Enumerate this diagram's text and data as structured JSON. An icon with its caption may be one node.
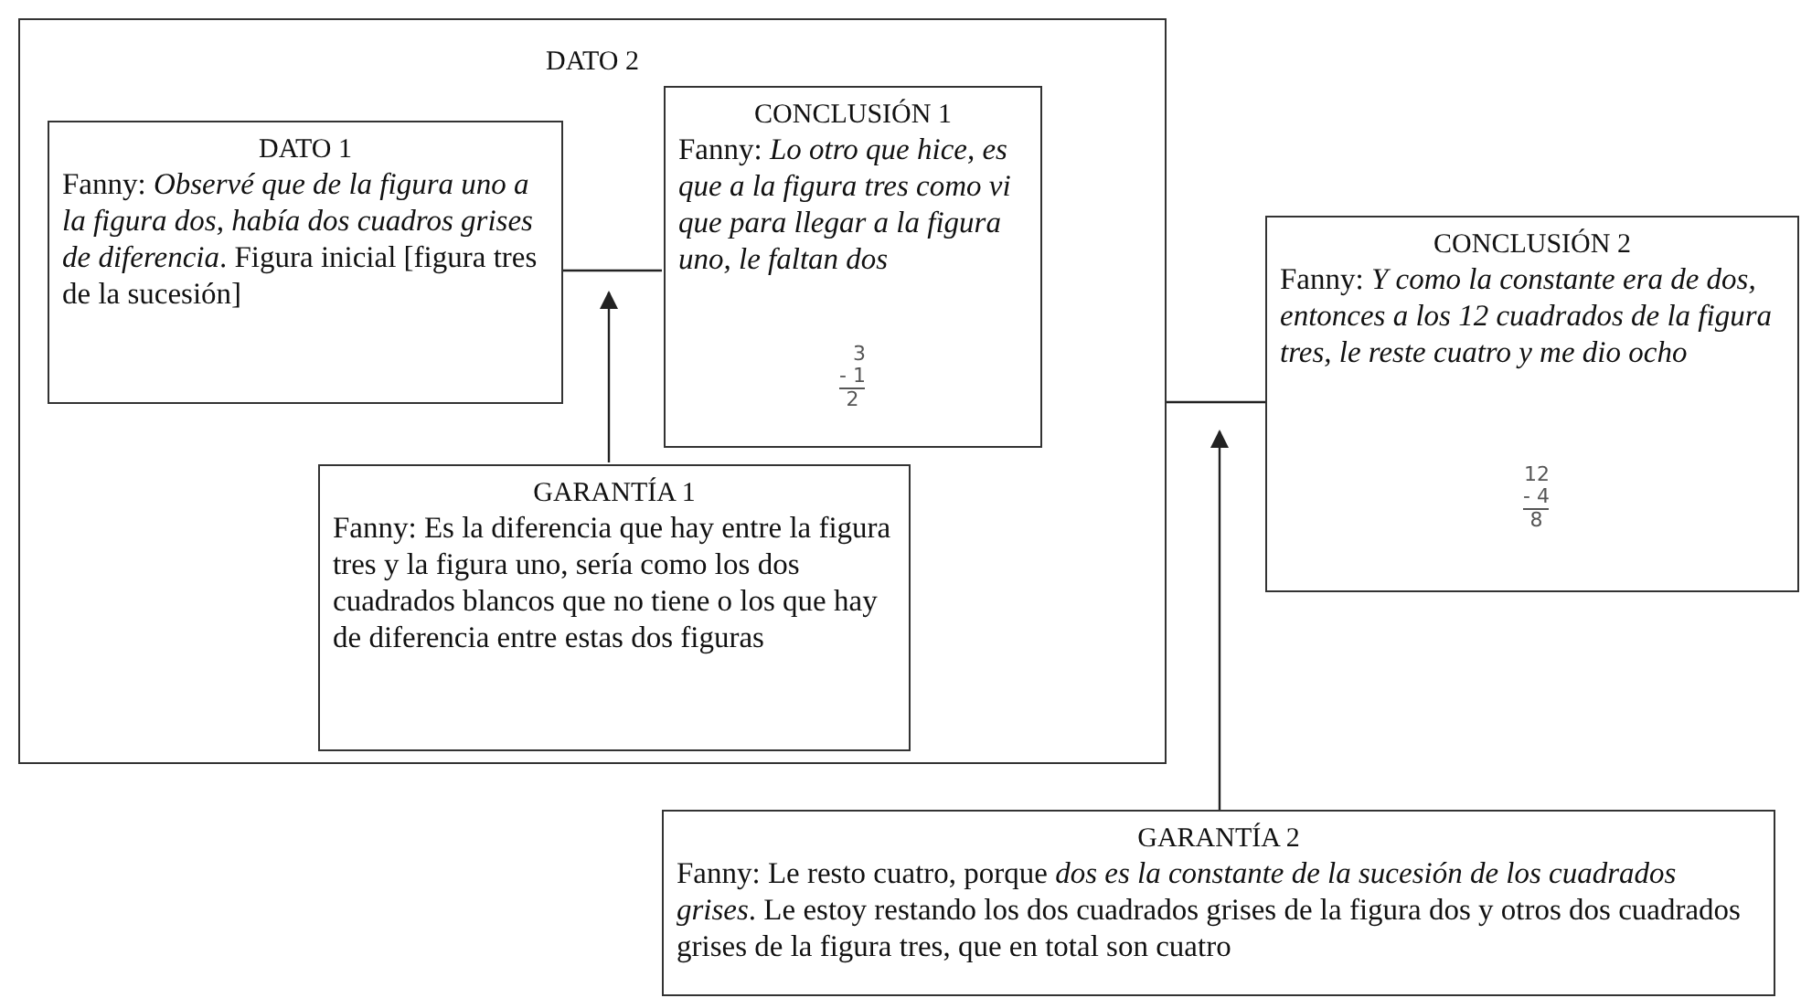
{
  "diagram": {
    "nodes": [
      {
        "text": [
          "DATO 2"
        ]
      },
      {
        "text": [
          "DATO 1",
          "Fanny: *Observé que de la figura uno a la figura dos, había dos cuadros grises de diferencia*. Figura inicial [figura tres de la sucesión]"
        ],
        "in": 0
      },
      {
        "text": [
          "CONCLUSIÓN 1",
          "Fanny: *Lo otro que hice, es que a la figura tres como vi que para llegar a la figura uno, le faltan dos*",
          "3",
          "- 1",
          "2"
        ],
        "in": 0
      },
      {
        "text": [
          "GARANTÍA 1",
          "Fanny: Es la diferencia que hay entre la figura tres y la figura uno, sería como los dos cuadrados blancos que no tiene o los que hay de diferencia entre estas dos figuras"
        ],
        "in": 0
      },
      {
        "text": [
          "CONCLUSIÓN 2",
          "Fanny: *Y como la constante era de dos, entonces a los 12 cuadrados de la figura tres, le reste cuatro y me dio ocho*",
          "12",
          "- 4",
          "8"
        ]
      },
      {
        "text": [
          "GARANTÍA 2",
          "Fanny: Le resto cuatro, porque *dos es la constante de la sucesión de los cuadrados grises*. Le estoy restando los dos cuadrados grises de la figura dos y otros dos cuadrados grises de la figura tres, que en total son cuatro"
        ]
      }
    ],
    "edges": [
      {
        "from": 1,
        "to": 2,
        "arrow": "none"
      },
      {
        "from": 3,
        "to": 1,
        "arrow": "to"
      },
      {
        "from": 0,
        "to": 4,
        "arrow": "none"
      },
      {
        "from": 5,
        "to": 4,
        "arrow": "to"
      }
    ]
  }
}
